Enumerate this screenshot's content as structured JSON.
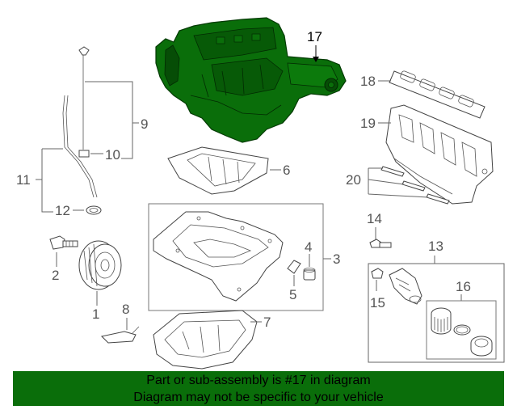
{
  "callouts": {
    "c1": "1",
    "c2": "2",
    "c3": "3",
    "c4": "4",
    "c5": "5",
    "c6": "6",
    "c7": "7",
    "c8": "8",
    "c9": "9",
    "c10": "10",
    "c11": "11",
    "c12": "12",
    "c13": "13",
    "c14": "14",
    "c15": "15",
    "c16": "16",
    "c17": "17",
    "c18": "18",
    "c19": "19",
    "c20": "20"
  },
  "highlighted_part": "17",
  "colors": {
    "highlight": "#0a6e0a",
    "banner": "#0a6e0a"
  },
  "banner": {
    "line1": "Part or sub-assembly is #17 in diagram",
    "line2": "Diagram may not be specific to your vehicle"
  }
}
